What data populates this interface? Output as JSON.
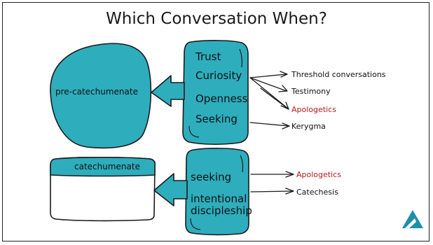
{
  "slide": {
    "title": "Which Conversation When?",
    "top_section": {
      "blob_label": "pre-catechumenate",
      "box_words": [
        "Trust",
        "Curiosity",
        "Openness",
        "Seeking"
      ],
      "targets": [
        "Threshold conversations",
        "Testimony",
        "Apologetics",
        "Kerygma"
      ]
    },
    "bottom_section": {
      "box_label": "catechumenate",
      "box_words": [
        "seeking",
        "intentional",
        "discipleship"
      ],
      "targets": [
        "Apologetics",
        "Catechesis"
      ]
    },
    "logo_icon": "mountain-logo-icon"
  },
  "colors": {
    "teal": "#2eadbd",
    "stroke": "#1b1b1b",
    "red_text": "#b31b1b",
    "logo": "#1f8fa8"
  }
}
